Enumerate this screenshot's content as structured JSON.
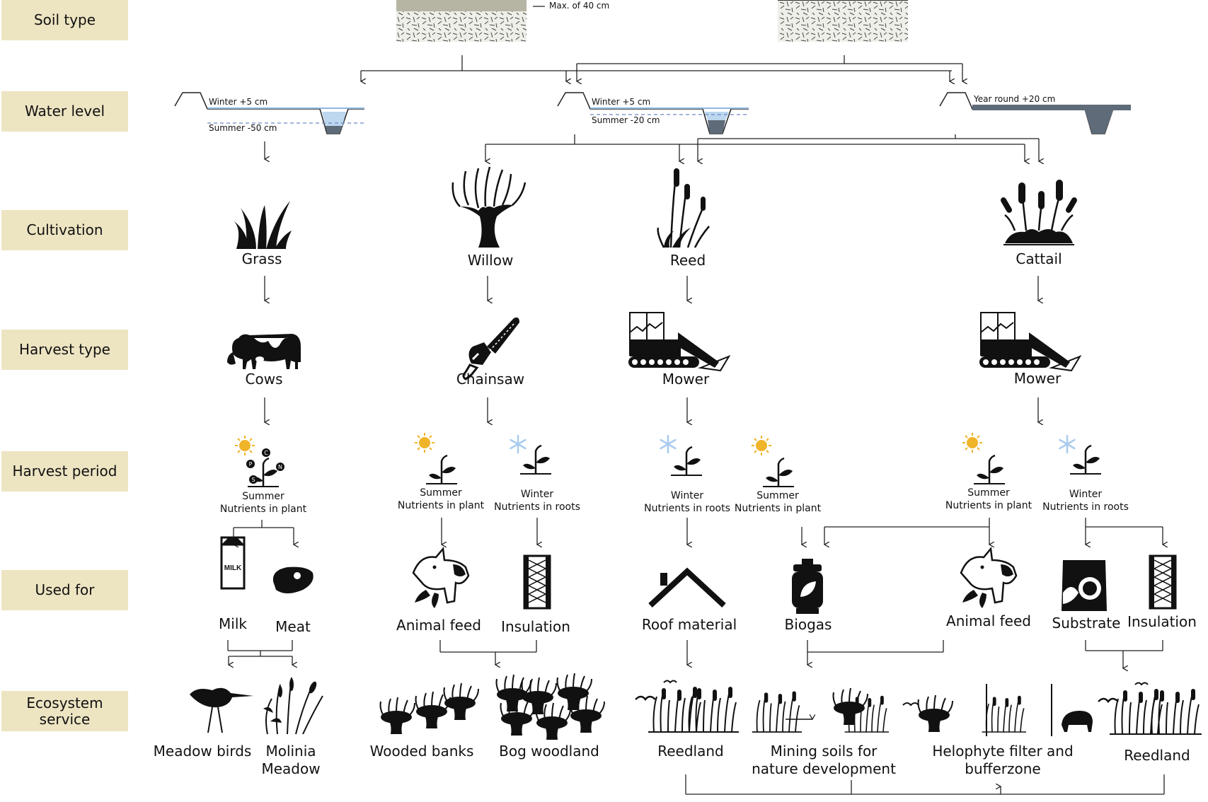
{
  "row_labels": {
    "soil_type": "Soil type",
    "water_level": "Water level",
    "cultivation": "Cultivation",
    "harvest_type": "Harvest type",
    "harvest_period": "Harvest period",
    "used_for": "Used for",
    "ecosystem_service": "Ecosystem\nservice"
  },
  "soil": {
    "max_note": "Max. of 40 cm"
  },
  "water_levels": {
    "a": {
      "top": "Winter +5 cm",
      "bottom": "Summer -50 cm"
    },
    "b": {
      "top": "Winter +5 cm",
      "bottom": "Summer -20 cm"
    },
    "c": {
      "top": "Year round +20 cm"
    }
  },
  "cultivation": {
    "grass": "Grass",
    "willow": "Willow",
    "reed": "Reed",
    "cattail": "Cattail"
  },
  "harvest_type": {
    "cows": "Cows",
    "chainsaw": "Chainsaw",
    "mower_reed": "Mower",
    "mower_cattail": "Mower"
  },
  "harvest_period": {
    "grass_summer": {
      "season": "Summer",
      "desc": "Nutrients in plant"
    },
    "willow_summer": {
      "season": "Summer",
      "desc": "Nutrients in plant"
    },
    "willow_winter": {
      "season": "Winter",
      "desc": "Nutrients in roots"
    },
    "reed_winter": {
      "season": "Winter",
      "desc": "Nutrients in roots"
    },
    "reed_summer": {
      "season": "Summer",
      "desc": "Nutrients in plant"
    },
    "cattail_summer": {
      "season": "Summer",
      "desc": "Nutrients in plant"
    },
    "cattail_winter": {
      "season": "Winter",
      "desc": "Nutrients in roots"
    }
  },
  "nutrient_letters": {
    "c": "C",
    "n": "N",
    "p": "P",
    "s": "S"
  },
  "used_for": {
    "milk": "Milk",
    "milk_carton_text": "MILK",
    "meat": "Meat",
    "animal_feed_1": "Animal feed",
    "insulation_1": "Insulation",
    "roof_material": "Roof material",
    "biogas": "Biogas",
    "animal_feed_2": "Animal feed",
    "substrate": "Substrate",
    "insulation_2": "Insulation"
  },
  "ecosystem": {
    "meadow_birds": "Meadow birds",
    "molinia_meadow": "Molinia\nMeadow",
    "wooded_banks": "Wooded banks",
    "bog_woodland": "Bog woodland",
    "reedland_1": "Reedland",
    "mining_soils": "Mining soils for\nnature development",
    "helophyte": "Helophyte filter and\nbufferzone",
    "reedland_2": "Reedland"
  },
  "colors": {
    "band": "#ede4c2",
    "line": "#222222",
    "sun": "#f0b429",
    "snow": "#a9cbef",
    "water_light": "#bcd7ee",
    "water_dark": "#5f6b78",
    "soil_top": "#b6b5a4",
    "soil_fill": "#efefe9"
  }
}
